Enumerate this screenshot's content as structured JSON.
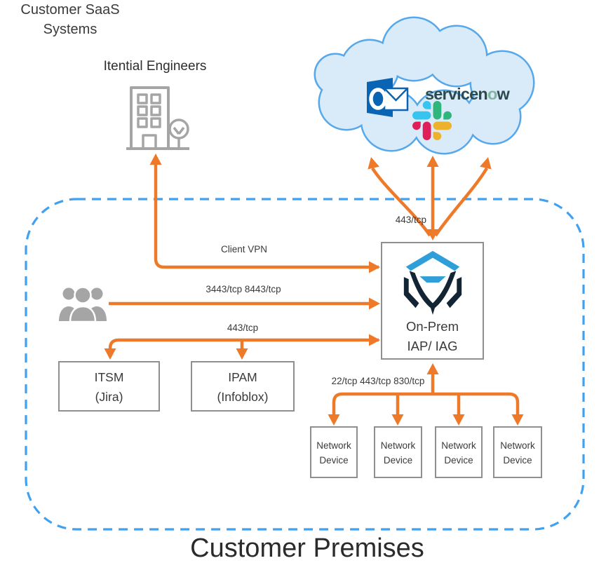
{
  "colors": {
    "arrow": "#EE7A29",
    "premises_border": "#41A1F1",
    "cloud_fill": "#D9EAF8",
    "cloud_border": "#55A8EB",
    "box_border": "#8F8F8F",
    "icon_gray": "#A5A5A5",
    "text_dark": "#2D2D2D",
    "label_text": "#3A3A3A",
    "itential_navy": "#132435",
    "itential_blue": "#2E9FD8",
    "outlook_blue": "#0A64B4",
    "servicenow_dark": "#2C4A4D",
    "servicenow_green": "#81B5A1",
    "slack_blue": "#36C5F0",
    "slack_green": "#2EB67D",
    "slack_yellow": "#ECB22E",
    "slack_red": "#E01E5A"
  },
  "engineers": {
    "label": "Itential Engineers"
  },
  "cloud": {
    "title_line1": "Customer SaaS",
    "title_line2": "Systems",
    "servicenow": {
      "left": "servicen",
      "o": "o",
      "right": "w"
    }
  },
  "onprem": {
    "line1": "On-Prem",
    "line2": "IAP/ IAG"
  },
  "itsm": {
    "line1": "ITSM",
    "line2": "(Jira)"
  },
  "ipam": {
    "line1": "IPAM",
    "line2": "(Infoblox)"
  },
  "devices": [
    {
      "line1": "Network",
      "line2": "Device"
    },
    {
      "line1": "Network",
      "line2": "Device"
    },
    {
      "line1": "Network",
      "line2": "Device"
    },
    {
      "line1": "Network",
      "line2": "Device"
    }
  ],
  "labels": {
    "client_vpn": "Client VPN",
    "users_ports": "3443/tcp 8443/tcp",
    "itsm_ports": "443/tcp",
    "cloud_ports": "443/tcp",
    "device_ports": "22/tcp 443/tcp 830/tcp"
  },
  "premises": {
    "label": "Customer Premises"
  }
}
